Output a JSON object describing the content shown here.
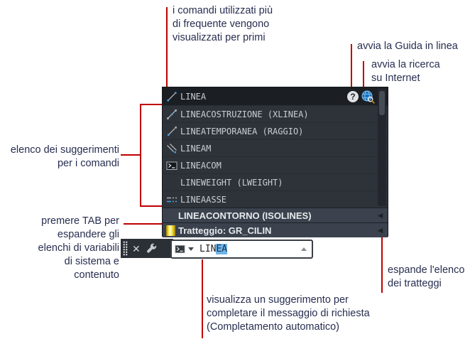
{
  "colors": {
    "callout_red": "#c00000",
    "callout_text": "#272e50",
    "panel_bg": "#2e333a",
    "panel_selected_bg": "#1b1f24",
    "panel_header_bg": "#3b424d",
    "completion_highlight": "#6fb5e8",
    "hatch_yellow": "#ffe84a"
  },
  "callouts": {
    "frequent": "i comandi utilizzati più\ndi frequente vengono\nvisualizzati per primi",
    "help": "avvia la Guida in linea",
    "search": "avvia la ricerca\nsu Internet",
    "suggestions": "elenco dei suggerimenti\nper i comandi",
    "tab": "premere TAB per\nespandere gli\nelenchi di variabili\ndi sistema e\ncontenuto",
    "hatch": "espande l'elenco\ndei tratteggi",
    "autocomplete": "visualizza un suggerimento per\ncompletare il messaggio di richiesta\n(Completamento automatico)"
  },
  "suggestion_list": {
    "items": [
      {
        "label": "LINEA",
        "icon": "line-icon"
      },
      {
        "label": "LINEACOSTRUZIONE (XLINEA)",
        "icon": "construction-line-icon"
      },
      {
        "label": "LINEATEMPORANEA (RAGGIO)",
        "icon": "ray-icon"
      },
      {
        "label": "LINEAM",
        "icon": "multiline-icon"
      },
      {
        "label": "LINEACOM",
        "icon": "command-prompt-icon"
      },
      {
        "label": "LINEWEIGHT (LWEIGHT)",
        "icon": ""
      },
      {
        "label": "LINEAASSE",
        "icon": "centerline-icon"
      }
    ],
    "categories": [
      {
        "label": "LINEACONTORNO (ISOLINES)",
        "icon": ""
      },
      {
        "label": "Tratteggio: GR_CILIN",
        "icon": "hatch-swatch-icon"
      }
    ],
    "help_glyph": "?",
    "expander_glyph": "◀"
  },
  "command_input": {
    "typed": "LIN",
    "completion": "EA",
    "close_glyph": "✕"
  }
}
